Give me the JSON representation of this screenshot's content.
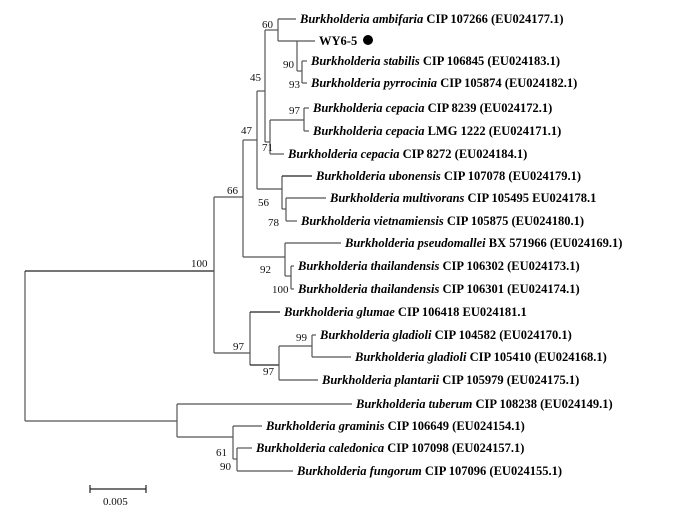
{
  "tree": {
    "leaves": [
      {
        "genus": "Burkholderia ambifaria",
        "rest": "CIP 107266 (EU024177.1)"
      },
      {
        "genus": "",
        "rest": "WY6-5",
        "marker": "filled-circle"
      },
      {
        "genus": "Burkholderia stabilis",
        "rest": "CIP 106845 (EU024183.1)"
      },
      {
        "genus": "Burkholderia pyrrocinia",
        "rest": "CIP 105874 (EU024182.1)"
      },
      {
        "genus": "Burkholderia cepacia",
        "rest": "CIP 8239 (EU024172.1)"
      },
      {
        "genus": "Burkholderia cepacia",
        "rest": "LMG 1222 (EU024171.1)"
      },
      {
        "genus": "Burkholderia cepacia",
        "rest": "CIP 8272 (EU024184.1)"
      },
      {
        "genus": "Burkholderia ubonensis",
        "rest": "CIP 107078 (EU024179.1)"
      },
      {
        "genus": "Burkholderia multivorans",
        "rest": "CIP 105495 EU024178.1"
      },
      {
        "genus": "Burkholderia vietnamiensis",
        "rest": "CIP 105875 (EU024180.1)"
      },
      {
        "genus": "Burkholderia pseudomallei",
        "rest": "BX 571966 (EU024169.1)"
      },
      {
        "genus": "Burkholderia thailandensis",
        "rest": "CIP 106302 (EU024173.1)"
      },
      {
        "genus": "Burkholderia thailandensis",
        "rest": "CIP 106301 (EU024174.1)"
      },
      {
        "genus": "Burkholderia glumae",
        "rest": "CIP 106418 EU024181.1"
      },
      {
        "genus": "Burkholderia gladioli",
        "rest": "CIP 104582 (EU024170.1)"
      },
      {
        "genus": "Burkholderia gladioli",
        "rest": "CIP 105410 (EU024168.1)"
      },
      {
        "genus": "Burkholderia plantarii",
        "rest": "CIP 105979 (EU024175.1)"
      },
      {
        "genus": "Burkholderia tuberum",
        "rest": "CIP 108238 (EU024149.1)"
      },
      {
        "genus": "Burkholderia graminis",
        "rest": "CIP 106649 (EU024154.1)"
      },
      {
        "genus": "Burkholderia caledonica",
        "rest": "CIP 107098 (EU024157.1)"
      },
      {
        "genus": "Burkholderia fungorum",
        "rest": "CIP 107096 (EU024155.1)"
      }
    ],
    "bootstrap": [
      "60",
      "90",
      "93",
      "45",
      "97",
      "71",
      "47",
      "66",
      "56",
      "78",
      "100",
      "92",
      "100",
      "97",
      "99",
      "97",
      "61",
      "90"
    ],
    "scale_bar": {
      "label": "0.005"
    }
  }
}
